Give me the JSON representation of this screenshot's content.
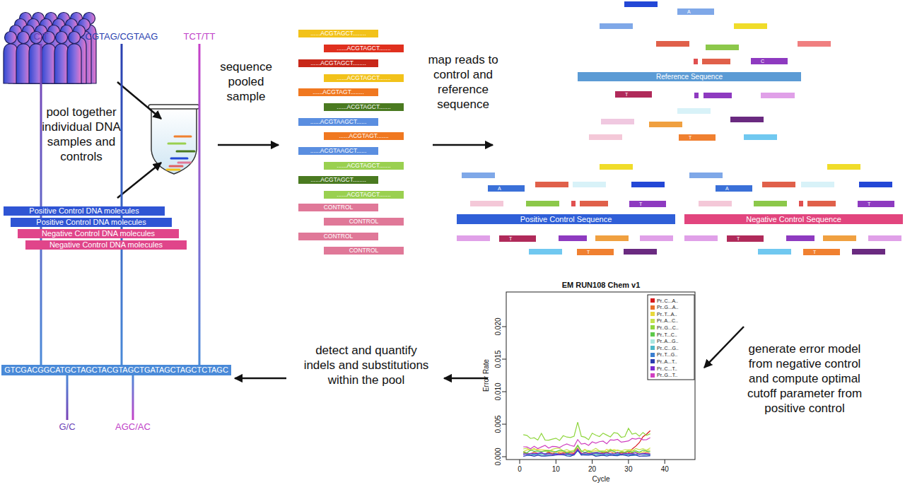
{
  "diagram": {
    "nodes": [
      {
        "text": [
          "Positive Control DNA molecules"
        ]
      },
      {
        "text": [
          "Positive Control DNA molecules"
        ]
      },
      {
        "text": [
          "Negative Control DNA molecules"
        ]
      },
      {
        "text": [
          "Negative Control DNA molecules"
        ]
      },
      {
        "text": [
          "......ACGTAGCT........"
        ]
      },
      {
        "text": [
          "......ACGTAGCT......."
        ]
      },
      {
        "text": [
          "......ACGTAGCT........"
        ]
      },
      {
        "text": [
          "......ACGTAGCT......."
        ]
      },
      {
        "text": [
          "......ACGTAGT........"
        ]
      },
      {
        "text": [
          "......ACGTAGCT......."
        ]
      },
      {
        "text": [
          "......ACGTAAGCT......"
        ]
      },
      {
        "text": [
          "......ACGTAGT......."
        ]
      },
      {
        "text": [
          "......ACGTAAGCT......"
        ]
      },
      {
        "text": [
          "......ACGTAGCT......."
        ]
      },
      {
        "text": [
          "......ACGTAGCT........"
        ]
      },
      {
        "text": [
          "......ACGTAGCT......."
        ]
      },
      {
        "text": [
          "CONTROL"
        ]
      },
      {
        "text": [
          "CONTROL"
        ]
      },
      {
        "text": [
          "CONTROL"
        ]
      },
      {
        "text": [
          "CONTROL"
        ]
      },
      {
        "text": [
          "A"
        ]
      },
      {
        "text": [
          "C"
        ]
      },
      {
        "text": [
          "Reference Sequence"
        ]
      },
      {
        "text": [
          "T"
        ]
      },
      {
        "text": [
          "T"
        ]
      },
      {
        "text": [
          "A"
        ]
      },
      {
        "text": [
          "A"
        ]
      },
      {
        "text": [
          "T"
        ]
      },
      {
        "text": [
          "T"
        ]
      },
      {
        "text": [
          "Positive Control Sequence"
        ]
      },
      {
        "text": [
          "Negative Control Sequence"
        ]
      },
      {
        "text": [
          "T"
        ]
      },
      {
        "text": [
          "T"
        ]
      },
      {
        "text": [
          "T"
        ]
      },
      {
        "text": [
          "T"
        ]
      },
      {
        "text": [
          "GTCGACGGCATGCTAGCTACGTAGCTGATAGCTAGCTCTAGC"
        ]
      }
    ],
    "labels": [
      "pool together individual DNA samples and controls",
      "sequence pooled sample",
      "map reads to control and reference sequence",
      "generate error model from negative control and compute optimal cutoff parameter from positive control",
      "detect and quantify indels and substitutions within the pool",
      "C/T",
      "CGTAG/CGTAAG",
      "TCT/TT",
      "G/C",
      "AGC/AC",
      "EM RUN108 Chem v1",
      "Error Rate",
      "Cycle",
      "0",
      "10",
      "20",
      "30",
      "40",
      "0.000",
      "0.005",
      "0.010",
      "0.015",
      "0.020"
    ],
    "legend": [
      {
        "text": "Pr..C...A..",
        "color": "#d7191c"
      },
      {
        "text": "Pr..G...A..",
        "color": "#e8702a"
      },
      {
        "text": "Pr..T...A..",
        "color": "#e8d83a"
      },
      {
        "text": "Pr..A...C..",
        "color": "#c4e24e"
      },
      {
        "text": "Pr..G...C..",
        "color": "#8fd63e"
      },
      {
        "text": "Pr..T...C..",
        "color": "#5cc94a"
      },
      {
        "text": "Pr..A...G..",
        "color": "#a8e6e0"
      },
      {
        "text": "Pr..C...G..",
        "color": "#4bb8c8"
      },
      {
        "text": "Pr..T...G..",
        "color": "#3b7fd0"
      },
      {
        "text": "Pr..A...T..",
        "color": "#2a3bb0"
      },
      {
        "text": "Pr..C...T..",
        "color": "#7b2ad0"
      },
      {
        "text": "Pr..G...T..",
        "color": "#d040c0"
      }
    ]
  }
}
